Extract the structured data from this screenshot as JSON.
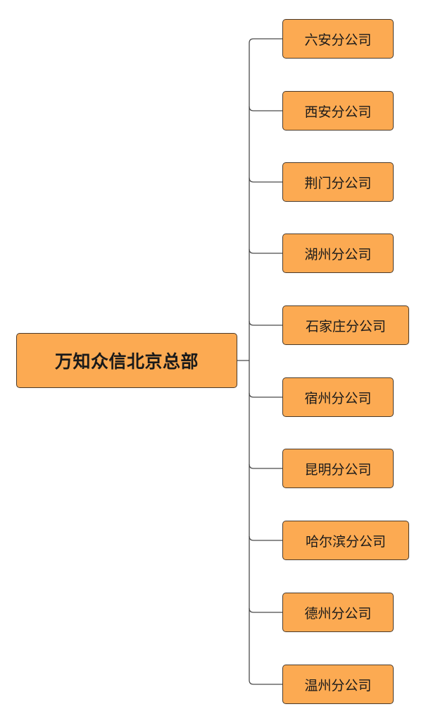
{
  "diagram": {
    "root": {
      "label": "万知众信北京总部"
    },
    "branches": [
      {
        "label": "六安分公司"
      },
      {
        "label": "西安分公司"
      },
      {
        "label": "荆门分公司"
      },
      {
        "label": "湖州分公司"
      },
      {
        "label": "石家庄分公司"
      },
      {
        "label": "宿州分公司"
      },
      {
        "label": "昆明分公司"
      },
      {
        "label": "哈尔滨分公司"
      },
      {
        "label": "德州分公司"
      },
      {
        "label": "温州分公司"
      }
    ],
    "colors": {
      "node_fill": "#fcaa52",
      "node_border": "#4a3a2a",
      "connector": "#4a4a4a"
    }
  }
}
